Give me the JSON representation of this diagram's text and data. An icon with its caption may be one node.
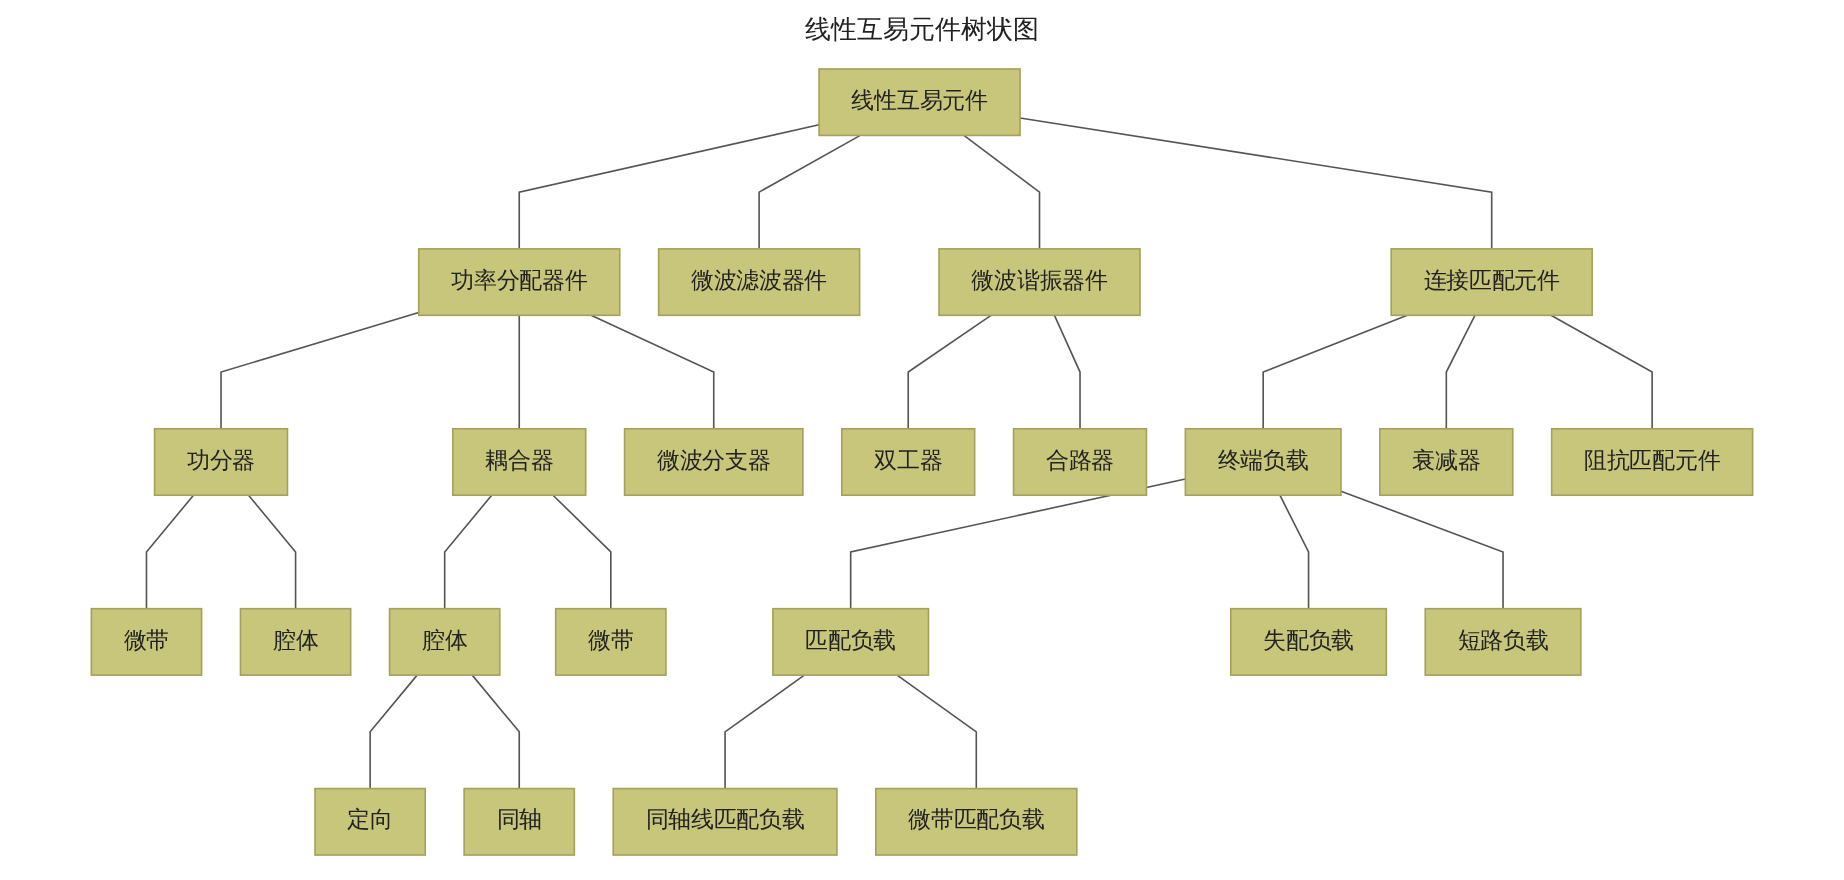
{
  "diagram": {
    "title": "线性互易元件树状图",
    "nodes": [
      {
        "text": [
          "线性互易元件"
        ]
      },
      {
        "text": [
          "功率分配器件"
        ]
      },
      {
        "text": [
          "微波滤波器件"
        ]
      },
      {
        "text": [
          "微波谐振器件"
        ]
      },
      {
        "text": [
          "连接匹配元件"
        ]
      },
      {
        "text": [
          "功分器"
        ]
      },
      {
        "text": [
          "耦合器"
        ]
      },
      {
        "text": [
          "微波分支器"
        ]
      },
      {
        "text": [
          "双工器"
        ]
      },
      {
        "text": [
          "合路器"
        ]
      },
      {
        "text": [
          "终端负载"
        ]
      },
      {
        "text": [
          "衰减器"
        ]
      },
      {
        "text": [
          "阻抗匹配元件"
        ]
      },
      {
        "text": [
          "微带"
        ]
      },
      {
        "text": [
          "腔体"
        ]
      },
      {
        "text": [
          "腔体"
        ]
      },
      {
        "text": [
          "微带"
        ]
      },
      {
        "text": [
          "匹配负载"
        ]
      },
      {
        "text": [
          "失配负载"
        ]
      },
      {
        "text": [
          "短路负载"
        ]
      },
      {
        "text": [
          "定向"
        ]
      },
      {
        "text": [
          "同轴"
        ]
      },
      {
        "text": [
          "同轴线匹配负载"
        ]
      },
      {
        "text": [
          "微带匹配负载"
        ]
      }
    ],
    "edges": [
      {
        "from": 0,
        "to": 1,
        "arrow": "none"
      },
      {
        "from": 0,
        "to": 2,
        "arrow": "none"
      },
      {
        "from": 0,
        "to": 3,
        "arrow": "none"
      },
      {
        "from": 0,
        "to": 4,
        "arrow": "none"
      },
      {
        "from": 1,
        "to": 5,
        "arrow": "none"
      },
      {
        "from": 1,
        "to": 6,
        "arrow": "none"
      },
      {
        "from": 1,
        "to": 7,
        "arrow": "none"
      },
      {
        "from": 3,
        "to": 8,
        "arrow": "none"
      },
      {
        "from": 3,
        "to": 9,
        "arrow": "none"
      },
      {
        "from": 4,
        "to": 10,
        "arrow": "none"
      },
      {
        "from": 4,
        "to": 11,
        "arrow": "none"
      },
      {
        "from": 4,
        "to": 12,
        "arrow": "none"
      },
      {
        "from": 5,
        "to": 13,
        "arrow": "none"
      },
      {
        "from": 5,
        "to": 14,
        "arrow": "none"
      },
      {
        "from": 6,
        "to": 15,
        "arrow": "none"
      },
      {
        "from": 6,
        "to": 16,
        "arrow": "none"
      },
      {
        "from": 10,
        "to": 17,
        "arrow": "none"
      },
      {
        "from": 10,
        "to": 18,
        "arrow": "none"
      },
      {
        "from": 10,
        "to": 19,
        "arrow": "none"
      },
      {
        "from": 15,
        "to": 20,
        "arrow": "none"
      },
      {
        "from": 15,
        "to": 21,
        "arrow": "none"
      },
      {
        "from": 17,
        "to": 22,
        "arrow": "none"
      },
      {
        "from": 17,
        "to": 23,
        "arrow": "none"
      }
    ]
  }
}
